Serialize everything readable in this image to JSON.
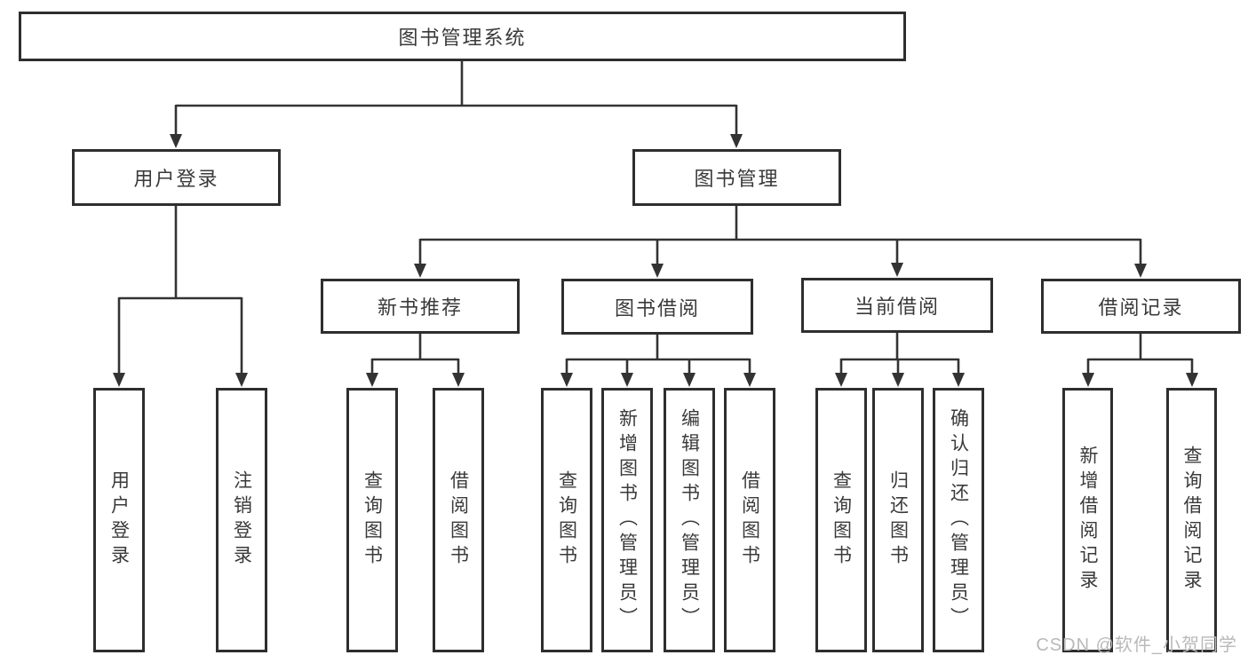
{
  "diagram": {
    "tree": {
      "label": "图书管理系统",
      "children": [
        {
          "label": "用户登录",
          "children": [
            {
              "label": "用户登录"
            },
            {
              "label": "注销登录"
            }
          ]
        },
        {
          "label": "图书管理",
          "children": [
            {
              "label": "新书推荐",
              "children": [
                {
                  "label": "查询图书"
                },
                {
                  "label": "借阅图书"
                }
              ]
            },
            {
              "label": "图书借阅",
              "children": [
                {
                  "label": "查询图书"
                },
                {
                  "label": "新增图书（管理员）"
                },
                {
                  "label": "编辑图书（管理员）"
                },
                {
                  "label": "借阅图书"
                }
              ]
            },
            {
              "label": "当前借阅",
              "children": [
                {
                  "label": "查询图书"
                },
                {
                  "label": "归还图书"
                },
                {
                  "label": "确认归还（管理员）"
                }
              ]
            },
            {
              "label": "借阅记录",
              "children": [
                {
                  "label": "新增借阅记录"
                },
                {
                  "label": "查询借阅记录"
                }
              ]
            }
          ]
        }
      ]
    },
    "watermark": "CSDN @软件_小贺同学",
    "colors": {
      "line": "#333333",
      "box_border": "#2e2e2e",
      "text": "#3a3a3a",
      "background": "#ffffff",
      "watermark": "#b9b9b9"
    }
  }
}
